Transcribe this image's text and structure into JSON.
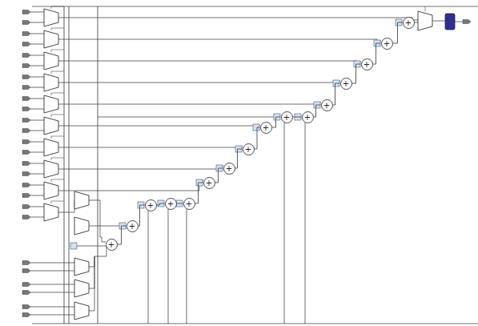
{
  "diagram": {
    "nodes": [
      {
        "text": [
          "+"
        ]
      },
      {
        "text": [
          "+"
        ]
      },
      {
        "text": [
          "+"
        ]
      },
      {
        "text": [
          "+"
        ]
      },
      {
        "text": [
          "+"
        ]
      },
      {
        "text": [
          "+"
        ]
      },
      {
        "text": [
          "+"
        ]
      },
      {
        "text": [
          "+"
        ]
      },
      {
        "text": [
          "+"
        ]
      },
      {
        "text": [
          "+"
        ]
      },
      {
        "text": [
          "+"
        ]
      },
      {
        "text": [
          "+"
        ]
      },
      {
        "text": [
          "+"
        ]
      },
      {
        "text": [
          "+"
        ]
      },
      {
        "text": [
          "+"
        ]
      },
      {
        "text": [
          "+"
        ]
      }
    ],
    "edges": [
      {
        "from": 0,
        "to": 1,
        "arrow": "none"
      },
      {
        "from": 1,
        "to": 2,
        "arrow": "none"
      },
      {
        "from": 2,
        "to": 3,
        "arrow": "none"
      },
      {
        "from": 3,
        "to": 4,
        "arrow": "none"
      },
      {
        "from": 4,
        "to": 5,
        "arrow": "none"
      },
      {
        "from": 5,
        "to": 6,
        "arrow": "none"
      },
      {
        "from": 6,
        "to": 7,
        "arrow": "none"
      },
      {
        "from": 7,
        "to": 8,
        "arrow": "none"
      },
      {
        "from": 8,
        "to": 9,
        "arrow": "none"
      },
      {
        "from": 9,
        "to": 10,
        "arrow": "none"
      },
      {
        "from": 10,
        "to": 11,
        "arrow": "none"
      },
      {
        "from": 11,
        "to": 12,
        "arrow": "none"
      },
      {
        "from": 12,
        "to": 13,
        "arrow": "none"
      },
      {
        "from": 13,
        "to": 14,
        "arrow": "none"
      },
      {
        "from": 14,
        "to": 15,
        "arrow": "none"
      }
    ]
  }
}
